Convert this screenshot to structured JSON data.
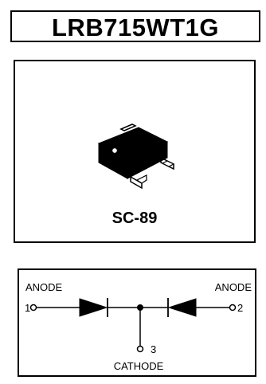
{
  "title": "LRB715WT1G",
  "package": {
    "label": "SC-89",
    "icon": "sc-89-package-icon"
  },
  "schematic": {
    "pin1_name": "ANODE",
    "pin1_number": "1",
    "pin2_name": "ANODE",
    "pin2_number": "2",
    "pin3_number": "3",
    "pin3_name": "CATHODE"
  }
}
